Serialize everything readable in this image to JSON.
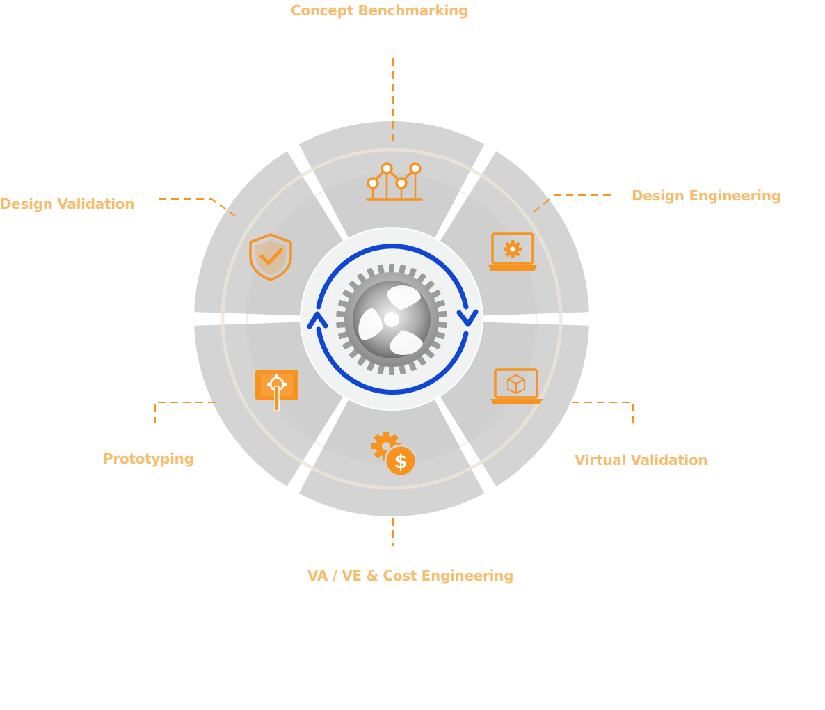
{
  "diagram": {
    "stages": [
      {
        "label": "Concept Benchmarking",
        "icon": "line-chart-icon"
      },
      {
        "label": "Design Engineering",
        "icon": "laptop-gear-icon"
      },
      {
        "label": "Virtual Validation",
        "icon": "laptop-cube-icon"
      },
      {
        "label": "VA / VE & Cost Engineering",
        "icon": "gear-dollar-icon"
      },
      {
        "label": "Prototyping",
        "icon": "blueprint-gear-icon"
      },
      {
        "label": "Design Validation",
        "icon": "shield-check-icon"
      }
    ],
    "center_icon": "gear-wheel-icon",
    "cycle_arrows": "refresh-cycle-icon"
  },
  "colors": {
    "accent": "#f7931e",
    "label": "#f7bd6e",
    "segment": "#d4d4d4",
    "segment_inner": "#cbcbcb",
    "cycle": "#0f47d4",
    "hub": "#f1f3f3"
  }
}
